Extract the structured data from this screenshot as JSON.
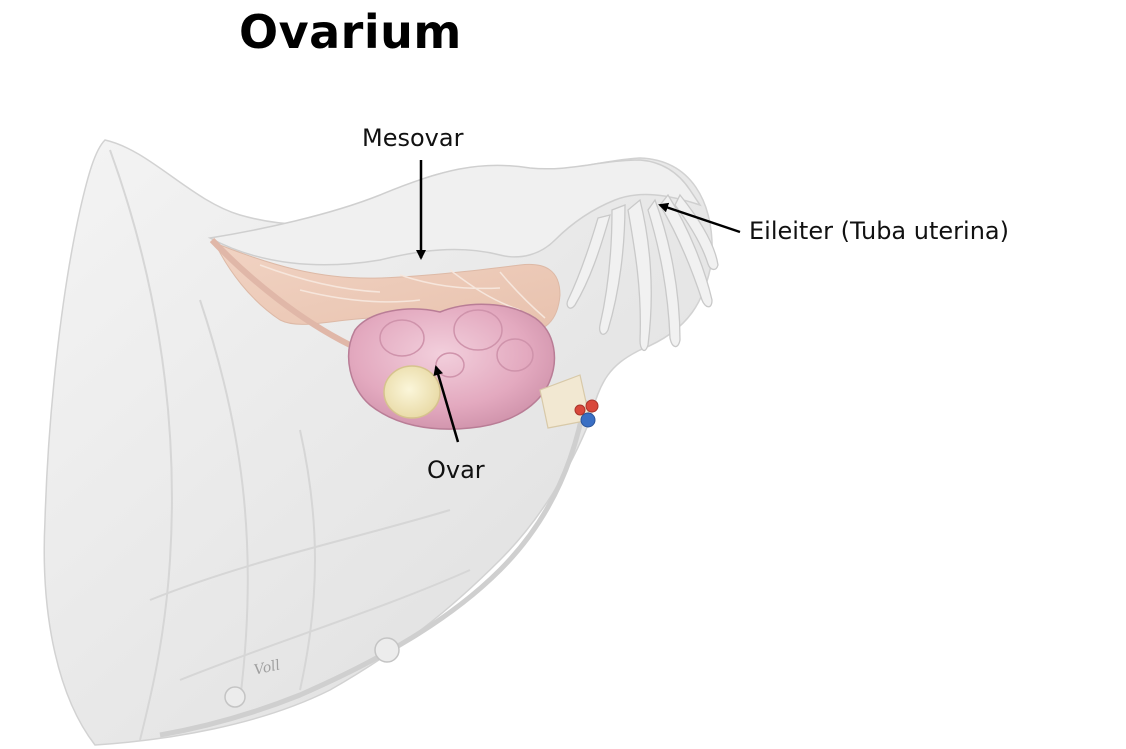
{
  "title": "Ovarium",
  "labels": {
    "mesovar": "Mesovar",
    "ovar": "Ovar",
    "eileiter": "Eileiter (Tuba uterina)"
  },
  "signature": "Voll",
  "colors": {
    "title": "#000000",
    "label_text": "#111111",
    "arrow": "#000000",
    "peritoneum": "#eeeeee",
    "ovary": "#e7b3c6",
    "corpus": "#f3ecc4",
    "mesovar": "#f2d6c6",
    "artery": "#d9483b",
    "vein": "#3a6fc4"
  }
}
